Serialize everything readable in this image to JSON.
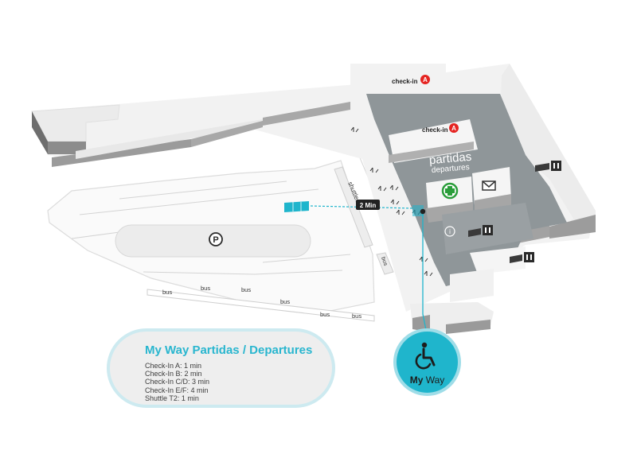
{
  "map": {
    "labels": {
      "checkin_a_top": "check-in",
      "checkin_a_letter_top": "A",
      "checkin_a_mid": "check-in",
      "checkin_a_letter_mid": "A",
      "partidas": "partidas",
      "departures": "departures",
      "shuttle": "shuttle 2",
      "walk_time": "2 Min",
      "bus": "bus",
      "info_symbol": "i"
    }
  },
  "legend": {
    "title": "My Way Partidas / Departures",
    "items": [
      "Check-In A: 1 min",
      "Check-In B: 2 min",
      "Check-In C/D: 3 min",
      "Check-In E/F: 4 min",
      "Shuttle T2: 1 min"
    ]
  },
  "badge": {
    "word1": "My",
    "word2": "Way"
  },
  "colors": {
    "accent": "#1fb5cc",
    "terminal_dark": "#8f9699",
    "building": "#f0f0f0",
    "checkin_badge": "#e52421"
  }
}
